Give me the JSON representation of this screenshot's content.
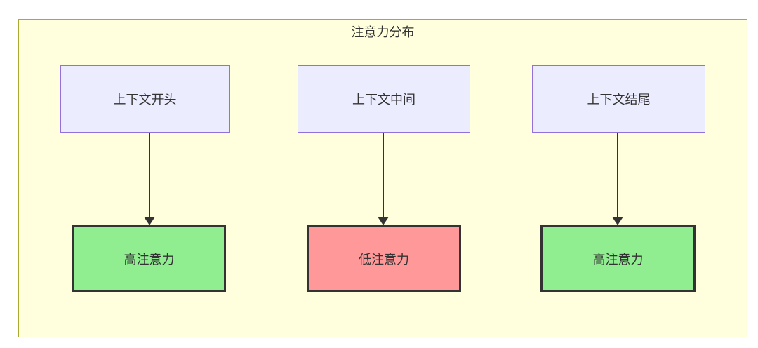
{
  "diagram": {
    "title": "注意力分布",
    "top_nodes": [
      {
        "id": "start",
        "label": "上下文开头"
      },
      {
        "id": "middle",
        "label": "上下文中间"
      },
      {
        "id": "end",
        "label": "上下文结尾"
      }
    ],
    "bottom_nodes": [
      {
        "id": "high1",
        "label": "高注意力",
        "level": "high"
      },
      {
        "id": "low",
        "label": "低注意力",
        "level": "low"
      },
      {
        "id": "high2",
        "label": "高注意力",
        "level": "high"
      }
    ],
    "edges": [
      {
        "from": "start",
        "to": "high1"
      },
      {
        "from": "middle",
        "to": "low"
      },
      {
        "from": "end",
        "to": "high2"
      }
    ],
    "colors": {
      "container_fill": "#ffffde",
      "container_border": "#aaaa33",
      "top_node_fill": "#ECECFF",
      "top_node_border": "#9370DB",
      "high_fill": "#90EE90",
      "low_fill": "#FF9999",
      "node_border_dark": "#333333",
      "arrow": "#333333",
      "text": "#333333"
    }
  }
}
